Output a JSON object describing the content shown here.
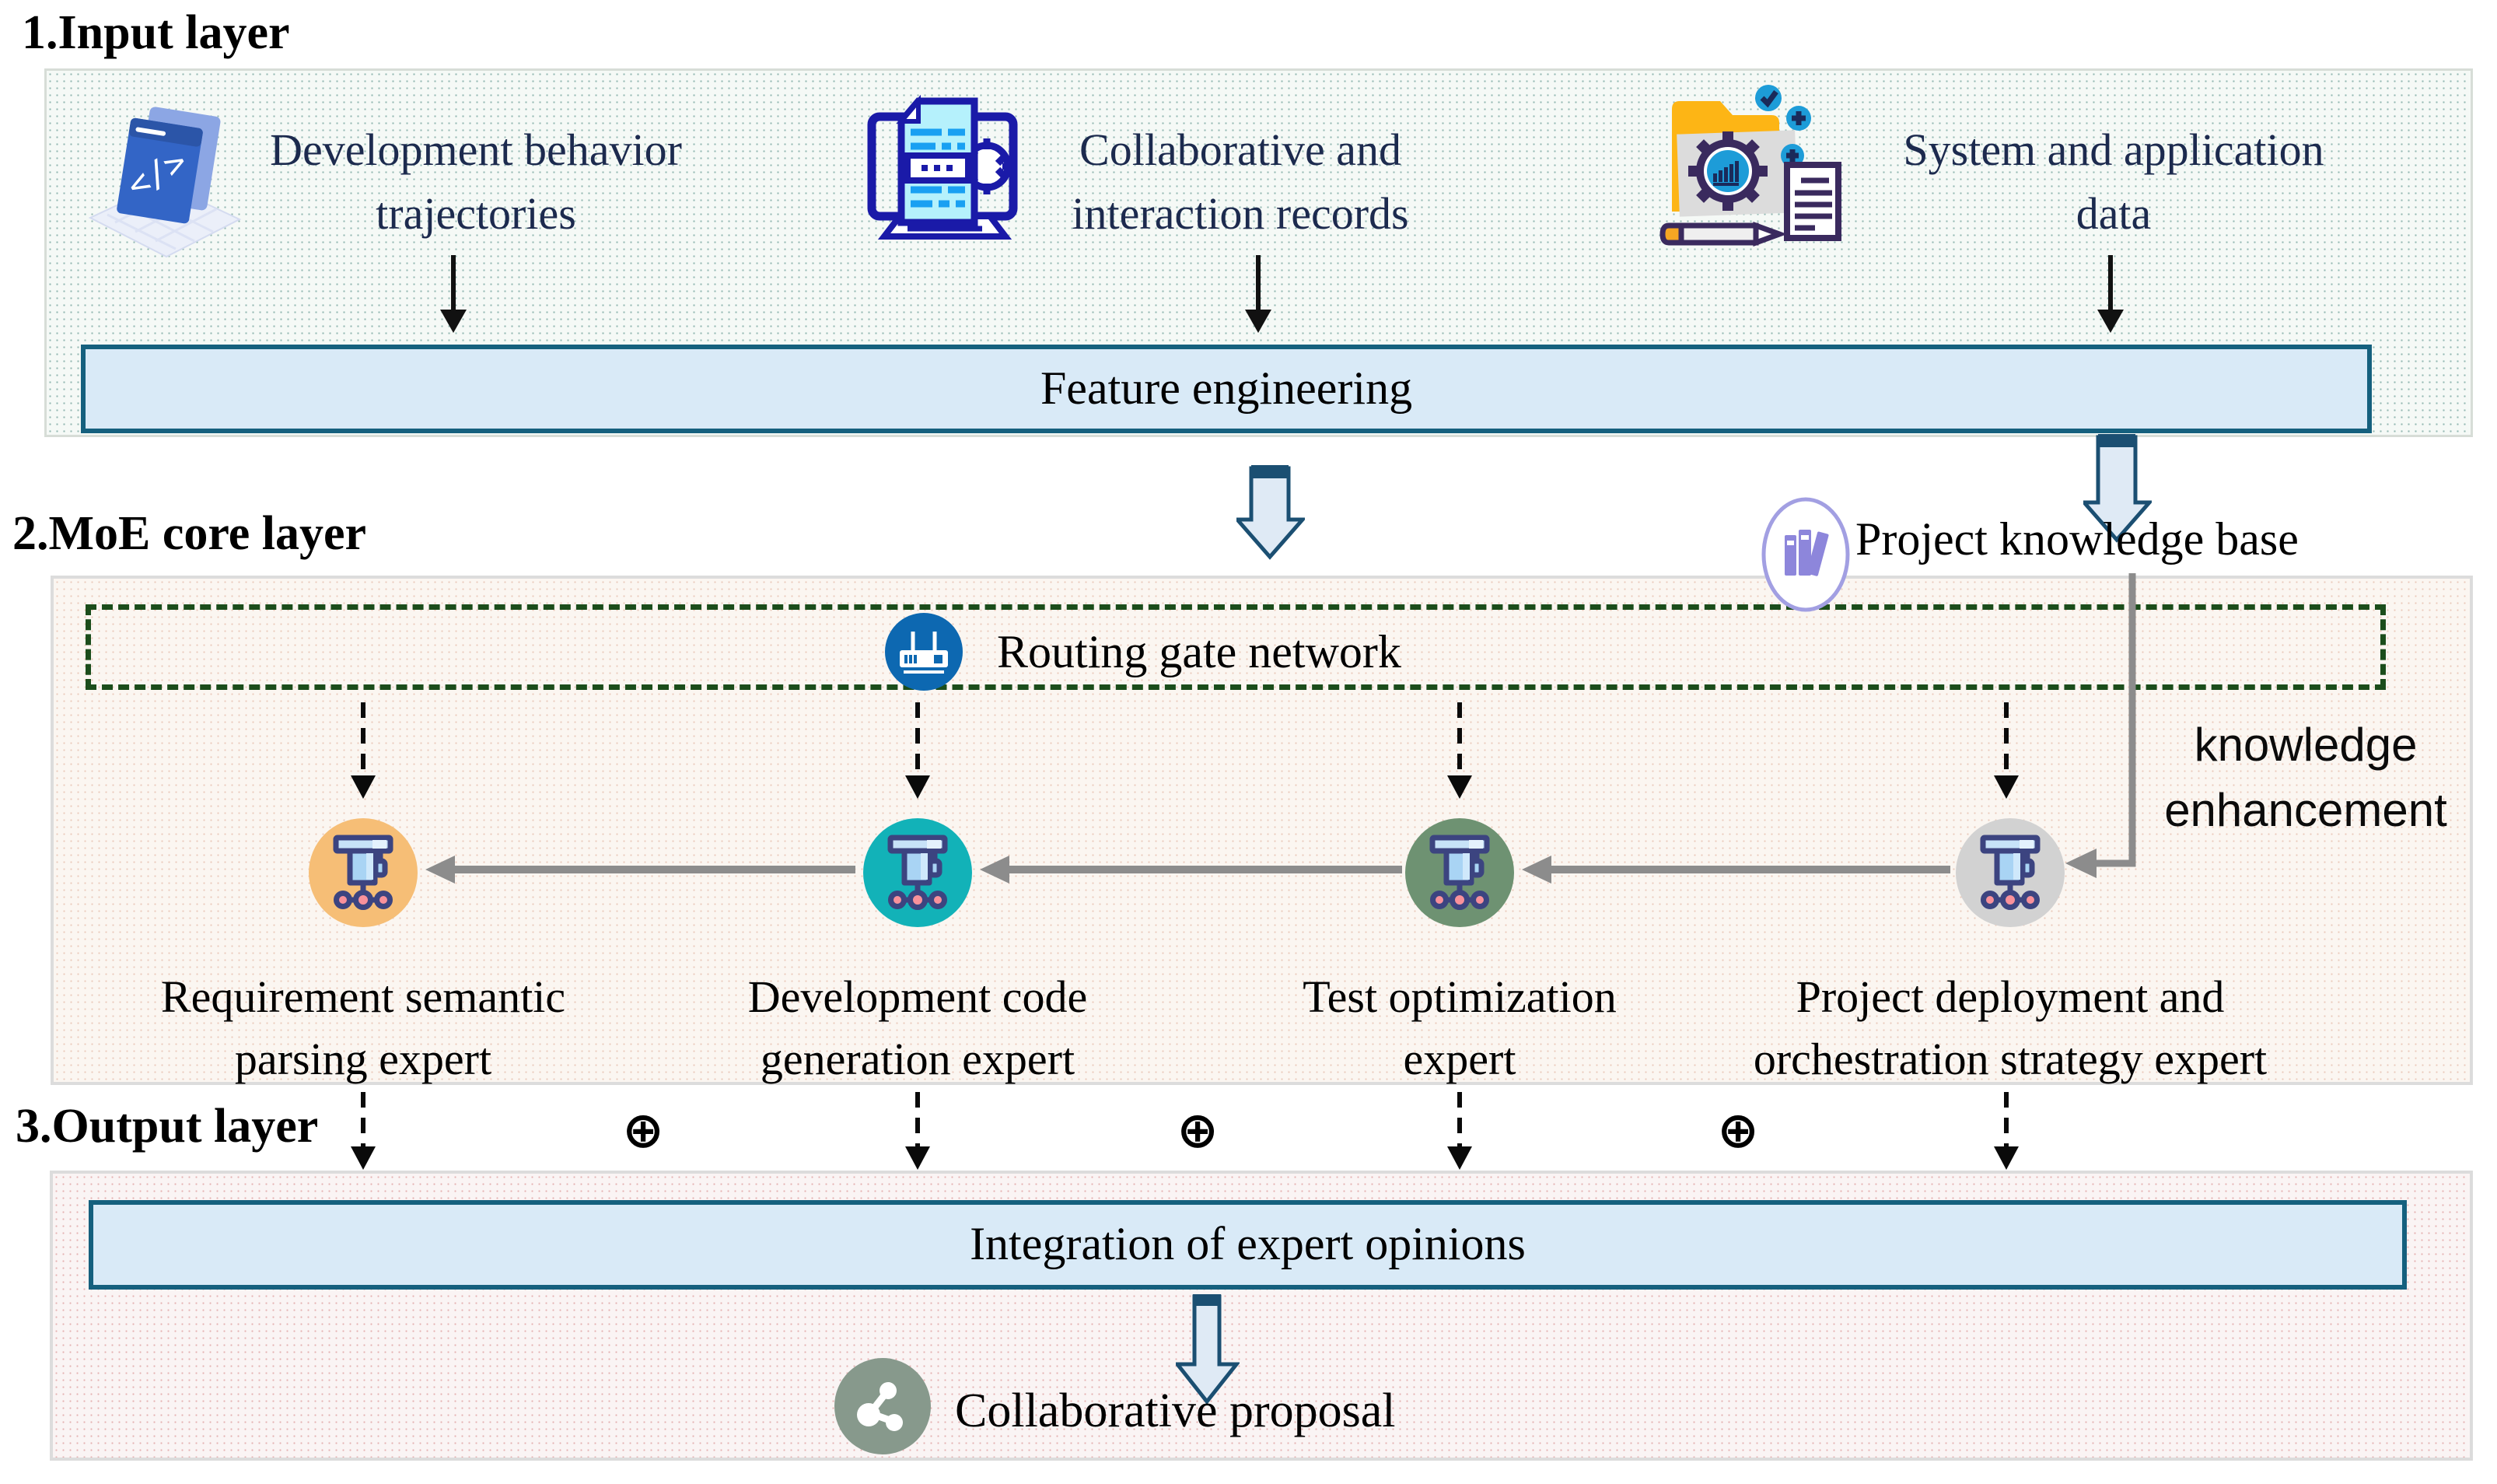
{
  "input_layer": {
    "title": "1.Input layer",
    "items": [
      {
        "icon": "laptop-code-icon",
        "line1": "Development behavior",
        "line2": "trajectories"
      },
      {
        "icon": "monitor-document-gear-icon",
        "line1": "Collaborative and",
        "line2": "interaction records"
      },
      {
        "icon": "folder-gear-chart-icon",
        "line1": "System and application",
        "line2": "data"
      }
    ],
    "feature_bar_label": "Feature engineering"
  },
  "moe_layer": {
    "title": "2.MoE core layer",
    "knowledge_base_label": "Project knowledge base",
    "routing_gate_label": "Routing gate network",
    "knowledge_enhancement": {
      "line1": "knowledge",
      "line2": "enhancement"
    },
    "experts": [
      {
        "line1": "Requirement semantic",
        "line2": "parsing expert",
        "color": "#F6BE76"
      },
      {
        "line1": "Development code",
        "line2": "generation expert",
        "color": "#12B2B8"
      },
      {
        "line1": "Test optimization",
        "line2": "expert",
        "color": "#6E9272"
      },
      {
        "line1": "Project deployment and",
        "line2": "orchestration strategy expert",
        "color": "#D2D2D2"
      }
    ]
  },
  "output_layer": {
    "title": "3.Output layer",
    "merge_symbol": "⊕",
    "integration_bar_label": "Integration of expert opinions",
    "proposal_label": "Collaborative proposal"
  },
  "colors": {
    "bar_fill": "#D9EAF7",
    "bar_border": "#15607E",
    "block_arrow_fill": "#DFEAF5",
    "block_arrow_stroke": "#1B4F72",
    "routing_dash_green": "#1B4D1B",
    "router_blue": "#0D68B1",
    "knowledge_base_purple": "#8D86DB",
    "share_circle_green": "#87998C",
    "connector_gray": "#8C8C8C",
    "input_text_navy": "#1C2A4E",
    "expert_node_pink": "#F8919B",
    "expert_outline": "#3C4480"
  }
}
